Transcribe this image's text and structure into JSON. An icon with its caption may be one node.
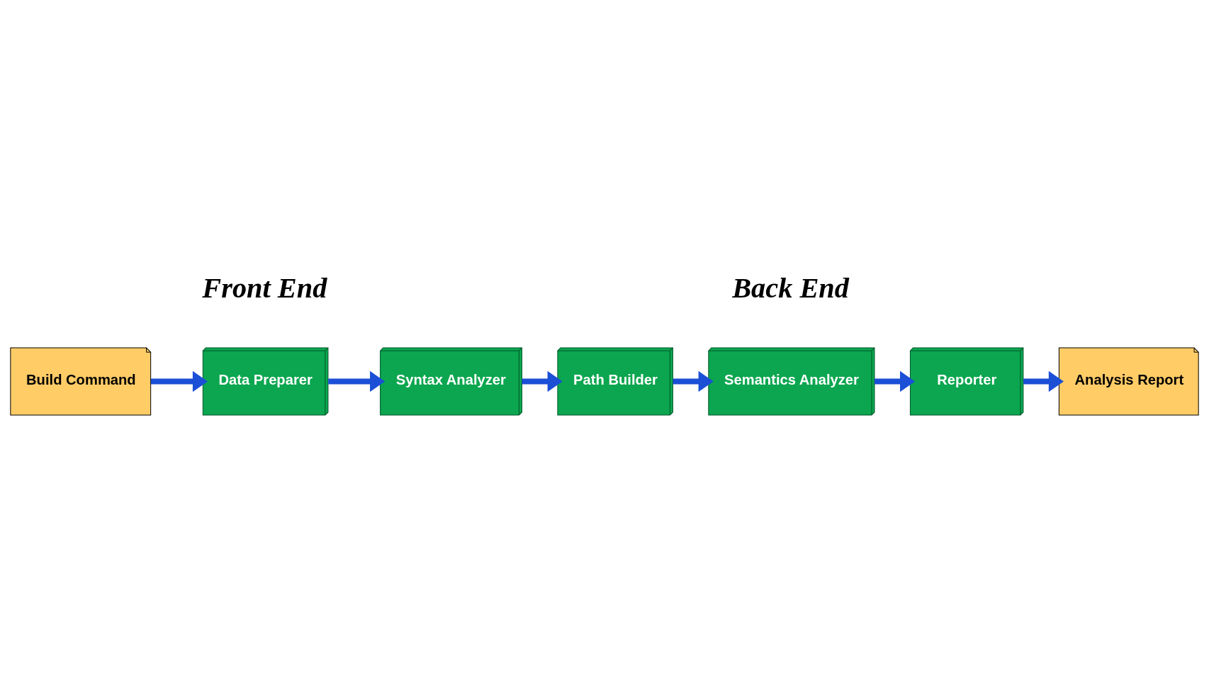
{
  "diagram": {
    "nodes": [
      {
        "text": [
          "Build Command"
        ]
      },
      {
        "text": [
          "Data Preparer"
        ]
      },
      {
        "text": [
          "Syntax Analyzer"
        ]
      },
      {
        "text": [
          "Path Builder"
        ]
      },
      {
        "text": [
          "Semantics Analyzer"
        ]
      },
      {
        "text": [
          "Reporter"
        ]
      },
      {
        "text": [
          "Analysis Report"
        ]
      }
    ],
    "edges": [
      {
        "from": 0,
        "to": 1,
        "arrow": "to"
      },
      {
        "from": 1,
        "to": 2,
        "arrow": "to"
      },
      {
        "from": 2,
        "to": 3,
        "arrow": "to"
      },
      {
        "from": 3,
        "to": 4,
        "arrow": "to"
      },
      {
        "from": 4,
        "to": 5,
        "arrow": "to"
      },
      {
        "from": 5,
        "to": 6,
        "arrow": "to"
      }
    ],
    "labels": [
      "Back End",
      "Front End"
    ]
  }
}
